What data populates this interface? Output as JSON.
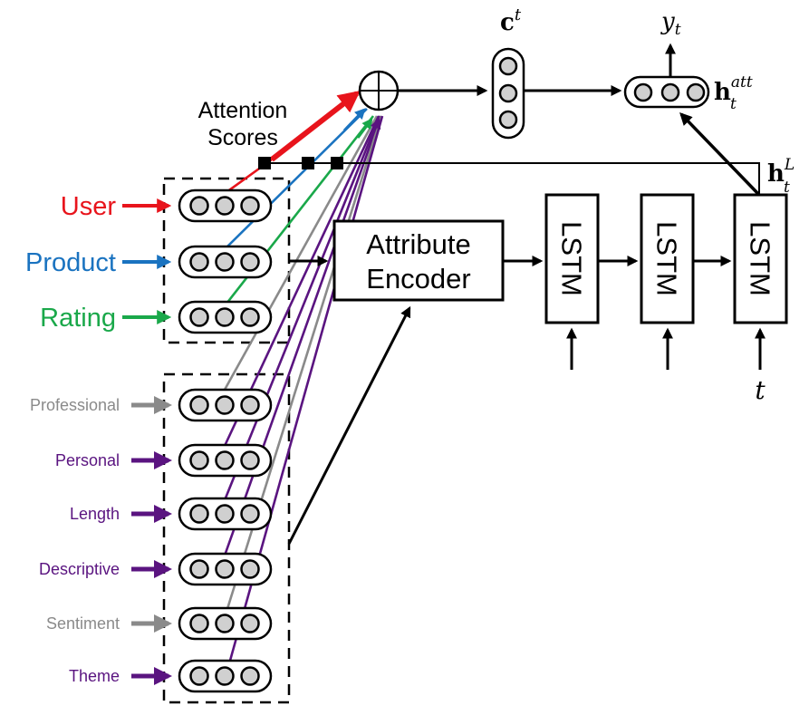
{
  "labels": {
    "attention_line1": "Attention",
    "attention_line2": "Scores",
    "attribute_encoder_line1": "Attribute",
    "attribute_encoder_line2": "Encoder",
    "lstm": "LSTM",
    "context_vector_base": "c",
    "context_vector_sup": "t",
    "output_base": "y",
    "output_sub": "t",
    "h_att_base": "h",
    "h_att_sub": "t",
    "h_att_sup": "att",
    "h_L_base": "h",
    "h_L_sub": "t",
    "h_L_sup": "L",
    "time_input": "t"
  },
  "attributes_group1": [
    {
      "label": "User",
      "color": "#e8141c"
    },
    {
      "label": "Product",
      "color": "#1a73c0"
    },
    {
      "label": "Rating",
      "color": "#1aa84a"
    }
  ],
  "attributes_group2": [
    {
      "label": "Professional",
      "color": "#8a8a8a"
    },
    {
      "label": "Personal",
      "color": "#5a1480"
    },
    {
      "label": "Length",
      "color": "#5a1480"
    },
    {
      "label": "Descriptive",
      "color": "#5a1480"
    },
    {
      "label": "Sentiment",
      "color": "#8a8a8a"
    },
    {
      "label": "Theme",
      "color": "#5a1480"
    }
  ],
  "colors": {
    "red": "#e8141c",
    "blue": "#1a73c0",
    "green": "#1aa84a",
    "gray": "#8a8a8a",
    "purple": "#5a1480",
    "black": "#000000",
    "node_fill": "#d0d0d0"
  }
}
